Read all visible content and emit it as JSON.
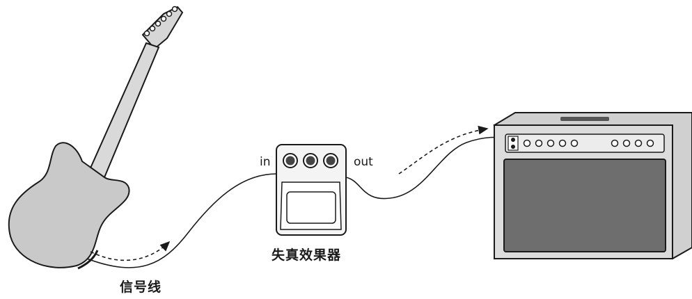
{
  "labels": {
    "pedal_in": "in",
    "pedal_out": "out",
    "pedal_name": "失真效果器",
    "cable_name": "信号线"
  },
  "icons": {
    "guitar": "electric-guitar-icon",
    "pedal": "distortion-pedal-icon",
    "amp": "guitar-amplifier-icon"
  },
  "colors": {
    "ink": "#1a1a1a",
    "guitar_body": "#c9c9c9",
    "amp_face": "#cfcfcf",
    "amp_grille": "#6e6e6e",
    "pedal_knob": "#444444"
  }
}
